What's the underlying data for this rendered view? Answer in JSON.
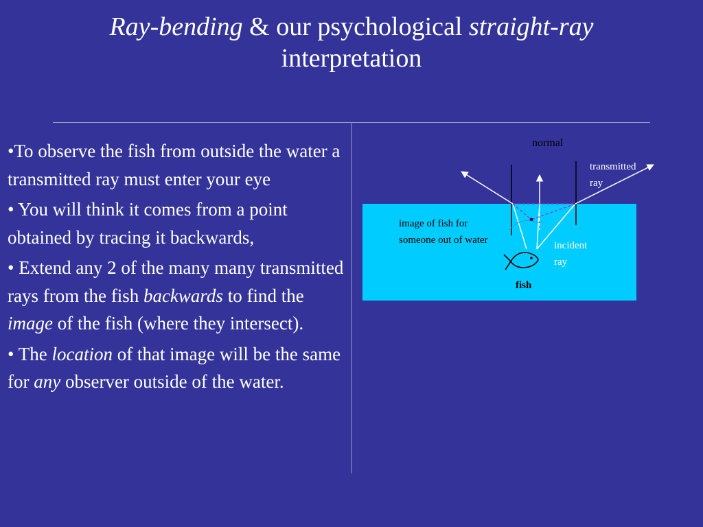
{
  "slide": {
    "title": {
      "part1": "Ray-bending",
      "part2": " & our psychological ",
      "part3": "straight-ray",
      "line2": "interpretation"
    },
    "bullets": [
      {
        "a": "•To observe the fish from outside the water a transmitted ray must enter your eye"
      },
      {
        "a": "• You will think it comes from a point obtained by tracing it backwards,"
      },
      {
        "a": "•  Extend any 2 of the many many transmitted rays from the fish ",
        "b": "backwards",
        "c": " to find the ",
        "d": "image",
        "e": " of the fish (where they intersect)."
      },
      {
        "a": "•  The ",
        "b": "location",
        "c": " of that image will be the same for ",
        "d": "any",
        "e": " observer outside of the water."
      }
    ]
  },
  "diagram": {
    "normal_label": "normal",
    "transmitted_label_1": "transmitted",
    "transmitted_label_2": "ray",
    "image_label_1": "image of fish for",
    "image_label_2": "someone out of water",
    "incident_label_1": "incident",
    "incident_label_2": "ray",
    "fish_label": "fish",
    "colors": {
      "background": "#333399",
      "water": "#00ccff",
      "ray": "#ffffff",
      "extension": "#9933cc",
      "incident_text": "#ffffff"
    }
  }
}
